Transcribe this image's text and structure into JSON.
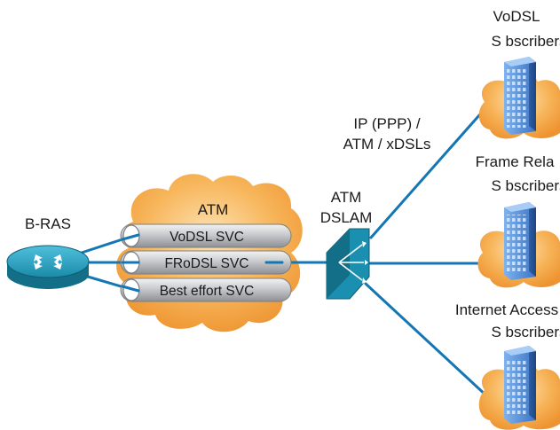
{
  "router": {
    "label": "B-RAS",
    "icon": "router-icon"
  },
  "atm_cloud": {
    "label": "ATM"
  },
  "svc_pipes": [
    {
      "label": "VoDSL SVC"
    },
    {
      "label": "FRoDSL SVC"
    },
    {
      "label": "Best effort SVC"
    }
  ],
  "dslam": {
    "label_line1": "ATM",
    "label_line2": "DSLAM",
    "icon": "dslam-icon"
  },
  "link_label": {
    "line1": "IP (PPP) /",
    "line2": "ATM / xDSLs"
  },
  "subscribers": [
    {
      "line1": "VoDSL",
      "line2": "S  bscribers",
      "icon": "building-icon"
    },
    {
      "line1": "Frame Rela",
      "line2": "S  bscribers",
      "icon": "building-icon"
    },
    {
      "line1": "Internet Access",
      "line2": "S  bscribers",
      "icon": "building-icon"
    }
  ],
  "colors": {
    "line": "#1476b4",
    "cloud_fill": "#f4a642",
    "cloud_light": "#fbd59a",
    "pipe_fill": "#c9cbce",
    "router": "#1b8fb0",
    "building": "#3b78c8"
  }
}
